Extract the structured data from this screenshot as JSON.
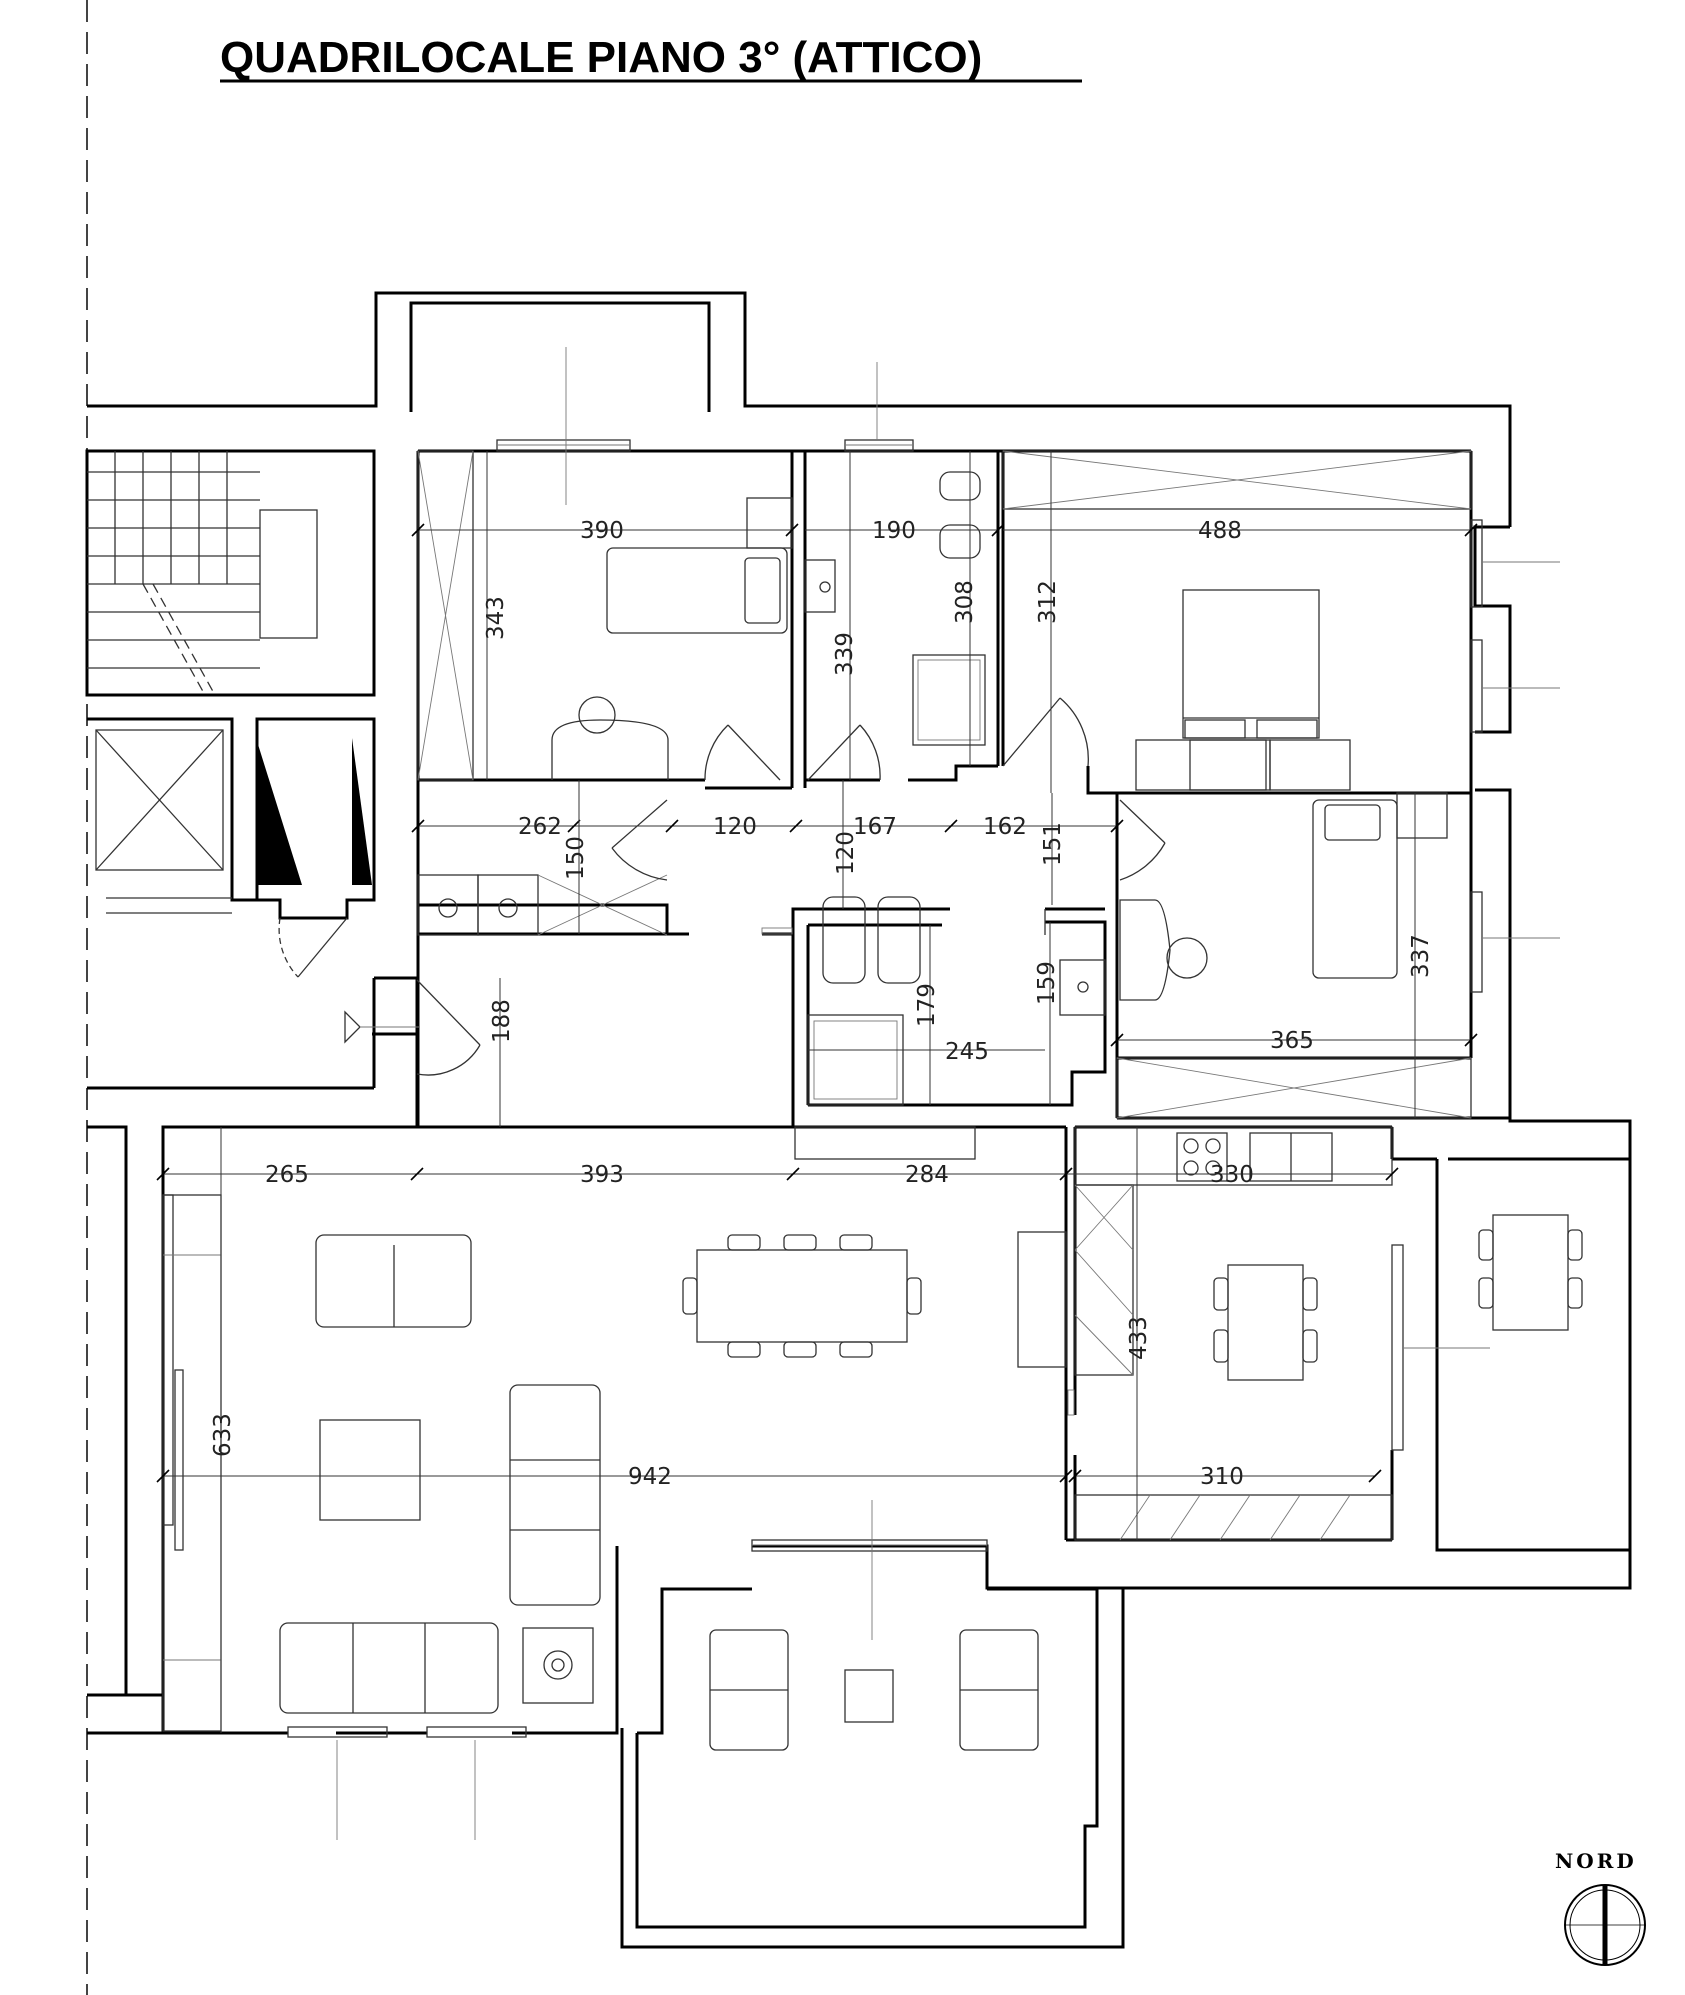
{
  "title": "QUADRILOCALE PIANO 3° (ATTICO)",
  "compass": {
    "label": "Nord",
    "icon": "north-arrow-icon"
  },
  "dimensions": {
    "bedroom1_width": "390",
    "bedroom1_depth": "343",
    "bath1_width": "190",
    "bath1_depth": "339",
    "bath1_inner": "308",
    "master_width": "488",
    "master_depth": "312",
    "hall_262": "262",
    "hall_120a": "120",
    "hall_167": "167",
    "hall_162": "162",
    "hall_120b": "120",
    "hall_151": "151",
    "closet_150": "150",
    "entry_188": "188",
    "bath2_depth": "179",
    "bath2_width": "245",
    "bath2_159": "159",
    "bedroom3_width": "365",
    "bedroom3_depth": "337",
    "living_265": "265",
    "living_393": "393",
    "living_284": "284",
    "kitchen_330": "330",
    "living_depth": "633",
    "living_total": "942",
    "kitchen_depth": "433",
    "kitchen_310": "310"
  }
}
